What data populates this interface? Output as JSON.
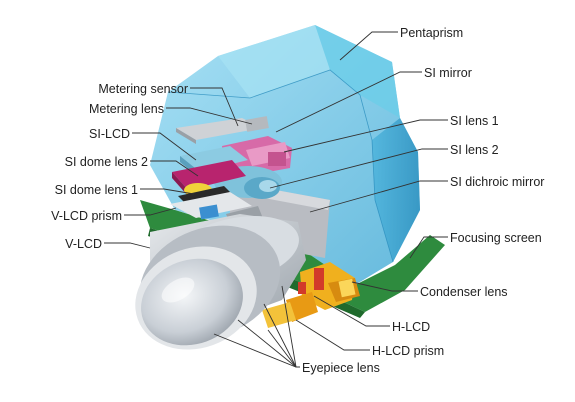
{
  "diagram": {
    "labels": {
      "pentaprism": "Pentaprism",
      "si_mirror": "SI mirror",
      "metering_sensor": "Metering sensor",
      "metering_lens": "Metering lens",
      "si_lcd": "SI-LCD",
      "si_lens_1": "SI lens 1",
      "si_dome_lens_2": "SI dome lens 2",
      "si_lens_2": "SI lens 2",
      "si_dome_lens_1": "SI dome lens 1",
      "si_dichroic_mirror": "SI dichroic mirror",
      "v_lcd_prism": "V-LCD prism",
      "v_lcd": "V-LCD",
      "focusing_screen": "Focusing screen",
      "condenser_lens": "Condenser lens",
      "h_lcd": "H-LCD",
      "h_lcd_prism": "H-LCD prism",
      "eyepiece_lens": "Eyepiece lens"
    },
    "colors": {
      "pentaprism": "#5cc3e6",
      "focusing_screen": "#2e8b3e",
      "condenser_lens": "#f0b01e",
      "si_lens_pink": "#d76aa8",
      "si_dome": "#7fc2db",
      "dichroic_mirror": "#b9bcc2",
      "v_lcd_magenta": "#b8246e",
      "eyepiece_silver": "#c7ccd2"
    }
  }
}
